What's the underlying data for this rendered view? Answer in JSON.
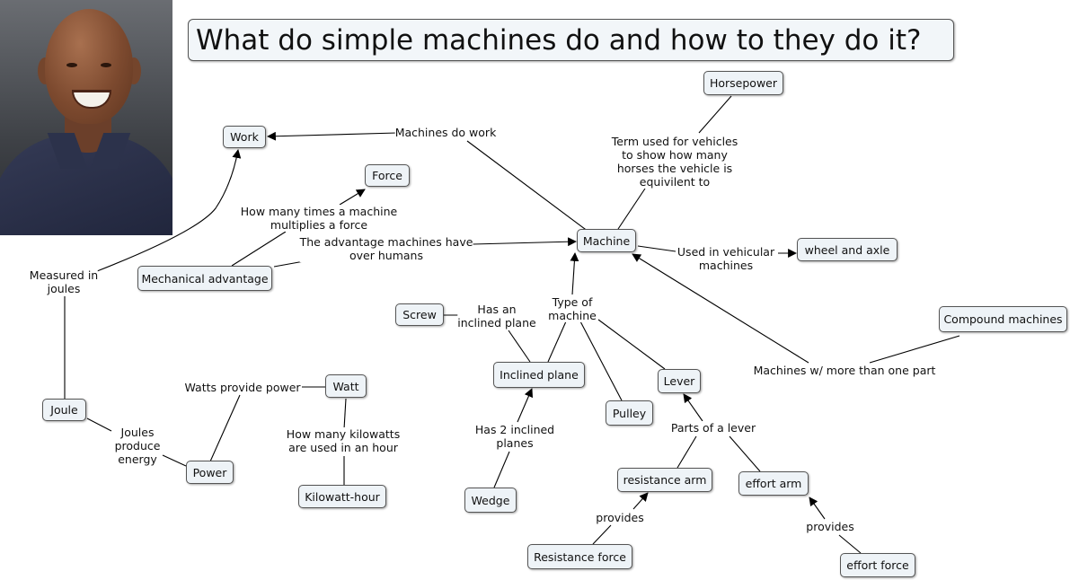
{
  "title": "What do simple machines do and how to they do it?",
  "nodes": {
    "work": "Work",
    "force": "Force",
    "horsepower": "Horsepower",
    "machine": "Machine",
    "wheel_and_axle": "wheel and axle",
    "mechanical_advantage": "Mechanical advantage",
    "screw": "Screw",
    "compound_machines": "Compound machines",
    "inclined_plane": "Inclined plane",
    "lever": "Lever",
    "pulley": "Pulley",
    "joule": "Joule",
    "watt": "Watt",
    "power": "Power",
    "kilowatt_hour": "Kilowatt-hour",
    "wedge": "Wedge",
    "resistance_arm": "resistance arm",
    "effort_arm": "effort arm",
    "resistance_force": "Resistance force",
    "effort_force": "effort force"
  },
  "labels": {
    "machines_do_work": "Machines do work",
    "horsepower_term": "Term used for vehicles\nto show how many\nhorses the vehicle is\nequivilent to",
    "multiplies_force": "How many times a machine\nmultiplies a force",
    "advantage_over_humans": "The advantage machines have\nover humans",
    "used_in_vehicular": "Used in vehicular\nmachines",
    "measured_in_joules": "Measured in\njoules",
    "has_inclined_plane": "Has an\ninclined plane",
    "type_of_machine": "Type of\nmachine",
    "more_than_one_part": "Machines w/ more than one part",
    "watts_provide_power": "Watts provide power",
    "joules_produce_energy": "Joules\nproduce\nenergy",
    "kilowatts_per_hour": "How many kilowatts\nare used in an hour",
    "has_2_inclined_planes": "Has 2 inclined\nplanes",
    "parts_of_lever": "Parts of a lever",
    "provides_resistance": "provides",
    "provides_effort": "provides"
  }
}
